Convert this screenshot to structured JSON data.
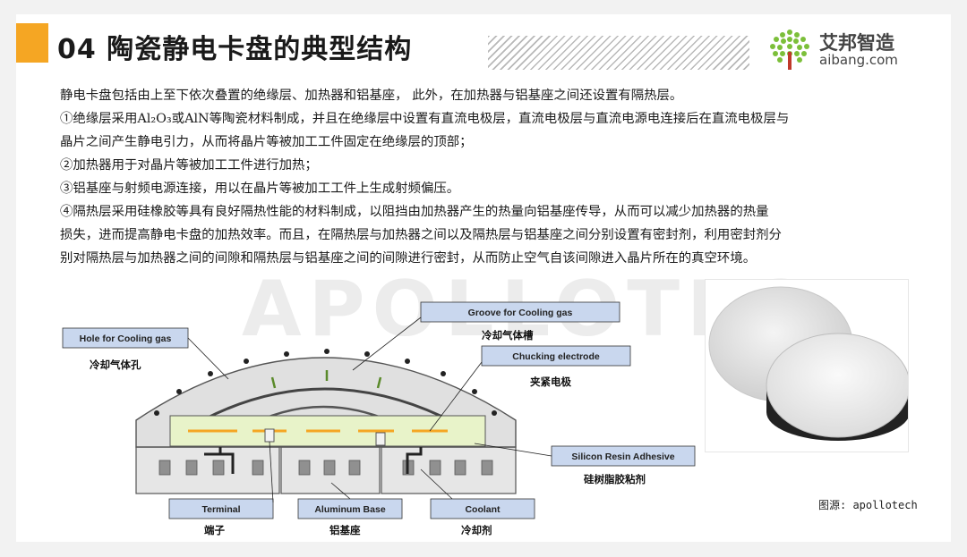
{
  "header": {
    "title": "04 陶瓷静电卡盘的典型结构",
    "logo_cn": "艾邦智造",
    "logo_en": "aibang.com"
  },
  "body": {
    "paragraphs": [
      "静电卡盘包括由上至下依次叠置的绝缘层、加热器和铝基座， 此外，在加热器与铝基座之间还设置有隔热层。",
      "①绝缘层采用Al₂O₃或AlN等陶瓷材料制成，并且在绝缘层中设置有直流电极层，直流电极层与直流电源电连接后在直流电极层与",
      "晶片之间产生静电引力，从而将晶片等被加工工件固定在绝缘层的顶部；",
      "②加热器用于对晶片等被加工工件进行加热；",
      "③铝基座与射频电源连接，用以在晶片等被加工工件上生成射频偏压。",
      "④隔热层采用硅橡胶等具有良好隔热性能的材料制成，以阻挡由加热器产生的热量向铝基座传导，从而可以减少加热器的热量",
      "损失，进而提高静电卡盘的加热效率。而且，在隔热层与加热器之间以及隔热层与铝基座之间分别设置有密封剂，利用密封剂分",
      "别对隔热层与加热器之间的间隙和隔热层与铝基座之间的间隙进行密封，从而防止空气自该间隙进入晶片所在的真空环境。"
    ]
  },
  "watermark": "APOLLOTECH",
  "diagram": {
    "labels": {
      "groove_en": "Groove for Cooling gas",
      "groove_cn": "冷却气体槽",
      "hole_en": "Hole for Cooling gas",
      "hole_cn": "冷却气体孔",
      "chucking_en": "Chucking electrode",
      "chucking_cn": "夹紧电极",
      "silicon_en": "Silicon Resin Adhesive",
      "silicon_cn": "硅树脂胶粘剂",
      "terminal_en": "Terminal",
      "terminal_cn": "端子",
      "aluminum_en": "Aluminum Base",
      "aluminum_cn": "铝基座",
      "coolant_en": "Coolant",
      "coolant_cn": "冷却剂"
    },
    "colors": {
      "label_box": "#c9d7ee",
      "ceramic": "#d9d9d9",
      "heater_layer": "#e8f3c9",
      "heater_stripe": "#f5a623",
      "electrode": "#404040",
      "base": "#e6e6e6"
    }
  },
  "source": "图源: apollotech"
}
